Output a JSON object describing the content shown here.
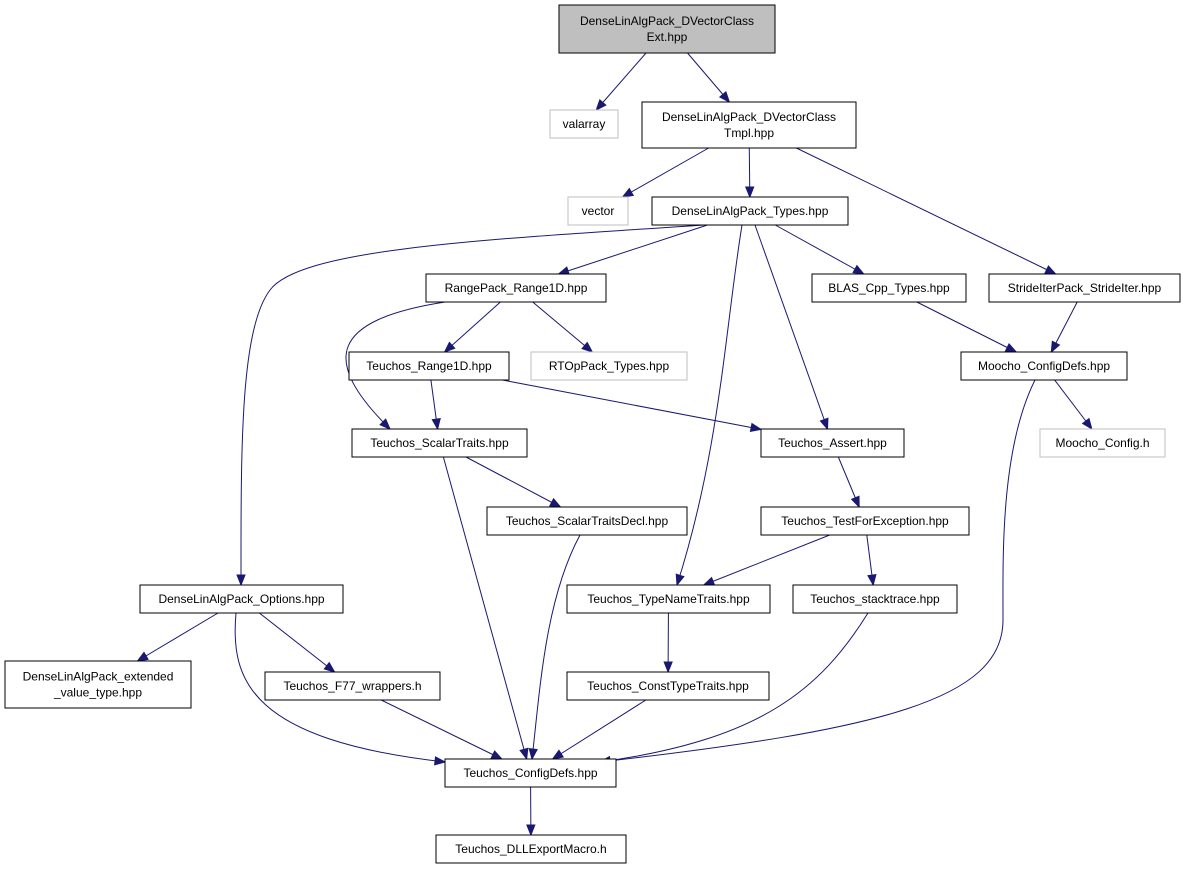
{
  "graph": {
    "nodes": [
      {
        "id": "dvc_ext",
        "lines": [
          "DenseLinAlgPack_DVectorClass",
          "Ext.hpp"
        ],
        "style": "root"
      },
      {
        "id": "valarray",
        "lines": [
          "valarray"
        ],
        "style": "ext"
      },
      {
        "id": "dvc_tmpl",
        "lines": [
          "DenseLinAlgPack_DVectorClass",
          "Tmpl.hpp"
        ],
        "style": "normal"
      },
      {
        "id": "vector",
        "lines": [
          "vector"
        ],
        "style": "ext"
      },
      {
        "id": "types",
        "lines": [
          "DenseLinAlgPack_Types.hpp"
        ],
        "style": "normal"
      },
      {
        "id": "range1d",
        "lines": [
          "RangePack_Range1D.hpp"
        ],
        "style": "normal"
      },
      {
        "id": "blas",
        "lines": [
          "BLAS_Cpp_Types.hpp"
        ],
        "style": "normal"
      },
      {
        "id": "strideiter",
        "lines": [
          "StrideIterPack_StrideIter.hpp"
        ],
        "style": "normal"
      },
      {
        "id": "t_range1d",
        "lines": [
          "Teuchos_Range1D.hpp"
        ],
        "style": "normal"
      },
      {
        "id": "rtop",
        "lines": [
          "RTOpPack_Types.hpp"
        ],
        "style": "ext"
      },
      {
        "id": "moocho_cd",
        "lines": [
          "Moocho_ConfigDefs.hpp"
        ],
        "style": "normal"
      },
      {
        "id": "scalartraits",
        "lines": [
          "Teuchos_ScalarTraits.hpp"
        ],
        "style": "normal"
      },
      {
        "id": "assert",
        "lines": [
          "Teuchos_Assert.hpp"
        ],
        "style": "normal"
      },
      {
        "id": "moocho_config",
        "lines": [
          "Moocho_Config.h"
        ],
        "style": "ext"
      },
      {
        "id": "scalartraitsdecl",
        "lines": [
          "Teuchos_ScalarTraitsDecl.hpp"
        ],
        "style": "normal"
      },
      {
        "id": "testforexc",
        "lines": [
          "Teuchos_TestForException.hpp"
        ],
        "style": "normal"
      },
      {
        "id": "options",
        "lines": [
          "DenseLinAlgPack_Options.hpp"
        ],
        "style": "normal"
      },
      {
        "id": "typenametraits",
        "lines": [
          "Teuchos_TypeNameTraits.hpp"
        ],
        "style": "normal"
      },
      {
        "id": "stacktrace",
        "lines": [
          "Teuchos_stacktrace.hpp"
        ],
        "style": "normal"
      },
      {
        "id": "extended",
        "lines": [
          "DenseLinAlgPack_extended",
          "_value_type.hpp"
        ],
        "style": "normal"
      },
      {
        "id": "f77",
        "lines": [
          "Teuchos_F77_wrappers.h"
        ],
        "style": "normal"
      },
      {
        "id": "consttypetraits",
        "lines": [
          "Teuchos_ConstTypeTraits.hpp"
        ],
        "style": "normal"
      },
      {
        "id": "t_configdefs",
        "lines": [
          "Teuchos_ConfigDefs.hpp"
        ],
        "style": "normal"
      },
      {
        "id": "dllexport",
        "lines": [
          "Teuchos_DLLExportMacro.h"
        ],
        "style": "normal"
      }
    ],
    "edges": [
      {
        "from": "dvc_ext",
        "to": "valarray"
      },
      {
        "from": "dvc_ext",
        "to": "dvc_tmpl"
      },
      {
        "from": "dvc_tmpl",
        "to": "vector"
      },
      {
        "from": "dvc_tmpl",
        "to": "types"
      },
      {
        "from": "dvc_tmpl",
        "to": "strideiter"
      },
      {
        "from": "types",
        "to": "range1d"
      },
      {
        "from": "types",
        "to": "blas"
      },
      {
        "from": "types",
        "to": "options"
      },
      {
        "from": "types",
        "to": "assert"
      },
      {
        "from": "types",
        "to": "typenametraits"
      },
      {
        "from": "range1d",
        "to": "t_range1d"
      },
      {
        "from": "range1d",
        "to": "rtop"
      },
      {
        "from": "range1d",
        "to": "scalartraits"
      },
      {
        "from": "blas",
        "to": "moocho_cd"
      },
      {
        "from": "strideiter",
        "to": "moocho_cd"
      },
      {
        "from": "t_range1d",
        "to": "scalartraits"
      },
      {
        "from": "t_range1d",
        "to": "assert"
      },
      {
        "from": "moocho_cd",
        "to": "moocho_config"
      },
      {
        "from": "moocho_cd",
        "to": "t_configdefs"
      },
      {
        "from": "scalartraits",
        "to": "scalartraitsdecl"
      },
      {
        "from": "scalartraits",
        "to": "t_configdefs"
      },
      {
        "from": "assert",
        "to": "testforexc"
      },
      {
        "from": "scalartraitsdecl",
        "to": "t_configdefs"
      },
      {
        "from": "testforexc",
        "to": "typenametraits"
      },
      {
        "from": "testforexc",
        "to": "stacktrace"
      },
      {
        "from": "options",
        "to": "extended"
      },
      {
        "from": "options",
        "to": "f77"
      },
      {
        "from": "options",
        "to": "t_configdefs"
      },
      {
        "from": "typenametraits",
        "to": "consttypetraits"
      },
      {
        "from": "stacktrace",
        "to": "t_configdefs"
      },
      {
        "from": "f77",
        "to": "t_configdefs"
      },
      {
        "from": "consttypetraits",
        "to": "t_configdefs"
      },
      {
        "from": "t_configdefs",
        "to": "dllexport"
      }
    ]
  }
}
